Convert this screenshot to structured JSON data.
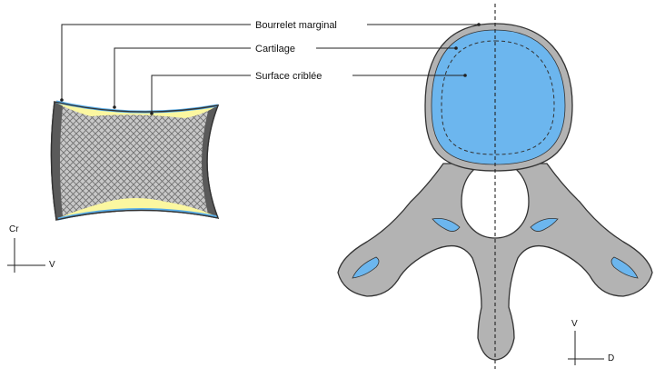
{
  "labels": {
    "bourrelet": "Bourrelet marginal",
    "cartilage": "Cartilage",
    "surface": "Surface criblée"
  },
  "axes_lateral": {
    "vertical": "Cr",
    "horizontal": "V"
  },
  "axes_top": {
    "vertical": "V",
    "horizontal": "D"
  },
  "colors": {
    "bone_gray": "#b3b3b3",
    "cortex_dark": "#5a5a5a",
    "cartilage_yellow": "#fbf7a0",
    "rim_blue": "#5aaee8",
    "surface_blue": "#6cb6ee",
    "outline": "#333333"
  }
}
